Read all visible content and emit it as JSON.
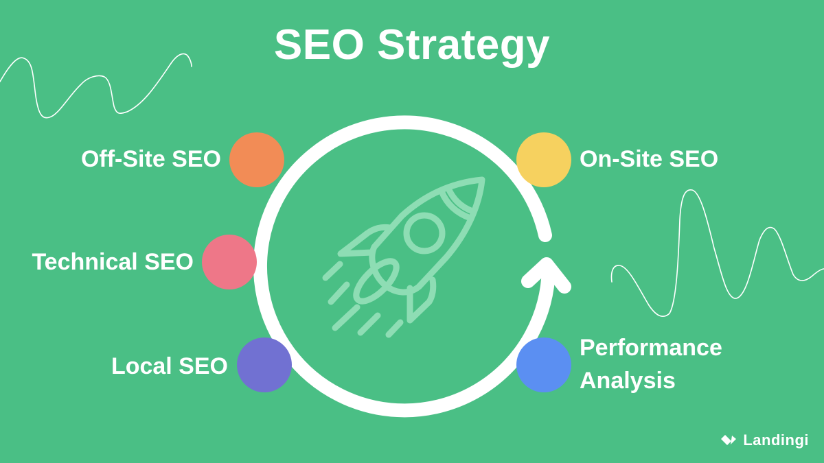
{
  "title": "SEO Strategy",
  "colors": {
    "background": "#4ABF85",
    "ring": "#FFFFFF",
    "rocket": "#8EDDB4",
    "off_site": "#F28C56",
    "on_site": "#F6D15F",
    "technical": "#EE7788",
    "local": "#7171D2",
    "performance": "#5B8FF2"
  },
  "nodes": [
    {
      "id": "off-site",
      "label": "Off-Site SEO",
      "color": "#F28C56",
      "side": "left"
    },
    {
      "id": "technical",
      "label": "Technical SEO",
      "color": "#EE7788",
      "side": "left"
    },
    {
      "id": "local",
      "label": "Local SEO",
      "color": "#7171D2",
      "side": "left"
    },
    {
      "id": "on-site",
      "label": "On-Site SEO",
      "color": "#F6D15F",
      "side": "right"
    },
    {
      "id": "performance",
      "label_line1": "Performance",
      "label_line2": "Analysis",
      "color": "#5B8FF2",
      "side": "right"
    }
  ],
  "center_icon": "rocket-icon",
  "cycle_icon": "circular-arrow-icon",
  "brand": {
    "name": "Landingi",
    "icon": "landingi-logo-icon"
  }
}
